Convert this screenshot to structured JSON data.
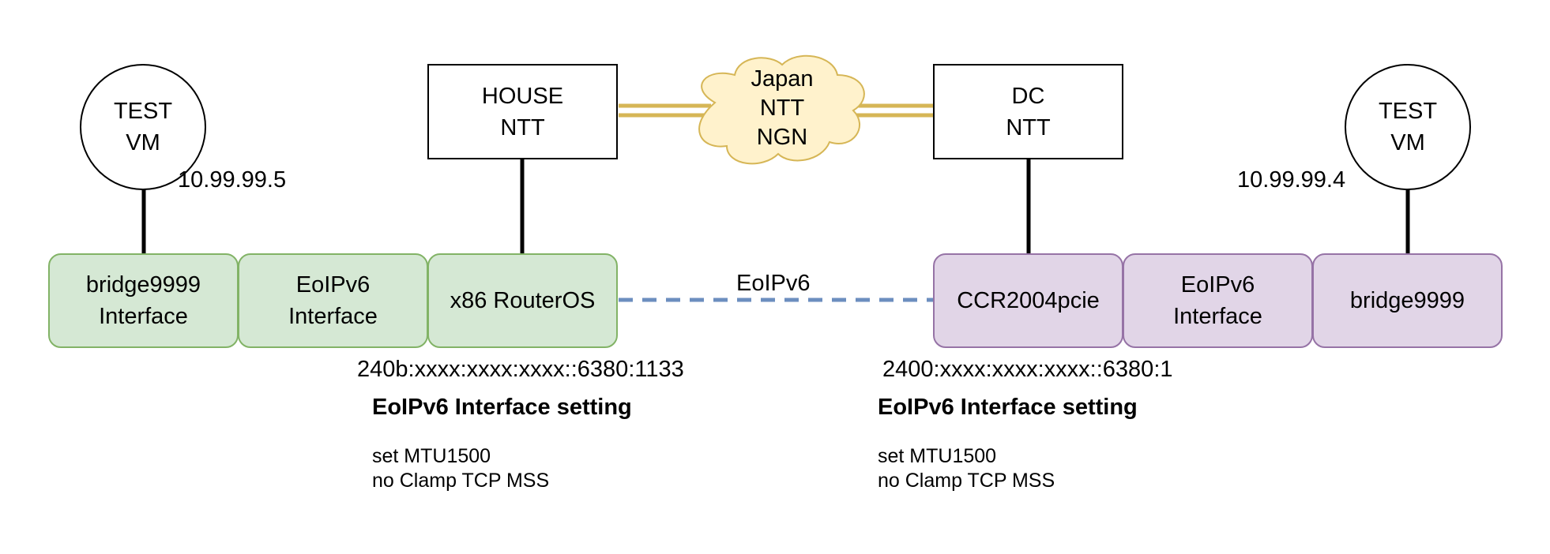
{
  "diagram": {
    "left_vm": {
      "line1": "TEST",
      "line2": "VM",
      "ip": "10.99.99.5"
    },
    "right_vm": {
      "line1": "TEST",
      "line2": "VM",
      "ip": "10.99.99.4"
    },
    "house": {
      "line1": "HOUSE",
      "line2": "NTT"
    },
    "dc": {
      "line1": "DC",
      "line2": "NTT"
    },
    "cloud": {
      "line1": "Japan",
      "line2": "NTT",
      "line3": "NGN"
    },
    "left_nodes": [
      {
        "line1": "bridge9999",
        "line2": "Interface"
      },
      {
        "line1": "EoIPv6",
        "line2": "Interface"
      },
      {
        "line1": "x86 RouterOS"
      }
    ],
    "right_nodes": [
      {
        "line1": "CCR2004pcie"
      },
      {
        "line1": "EoIPv6",
        "line2": "Interface"
      },
      {
        "line1": "bridge9999"
      }
    ],
    "tunnel_label": "EoIPv6",
    "left_ipv6": "240b:xxxx:xxxx:xxxx::6380:1133",
    "right_ipv6": "2400:xxxx:xxxx:xxxx::6380:1",
    "left_setting": {
      "title": "EoIPv6 Interface setting",
      "line1": "set MTU1500",
      "line2": "no Clamp TCP MSS"
    },
    "right_setting": {
      "title": "EoIPv6 Interface setting",
      "line1": "set MTU1500",
      "line2": "no Clamp TCP MSS"
    },
    "colors": {
      "green_fill": "#d5e8d4",
      "green_stroke": "#82b366",
      "purple_fill": "#e1d5e7",
      "purple_stroke": "#9673a6",
      "cloud_fill": "#fff2cc",
      "cloud_stroke": "#d6b656",
      "link_gold": "#d6b656",
      "tunnel_blue": "#6c8ebf"
    }
  }
}
